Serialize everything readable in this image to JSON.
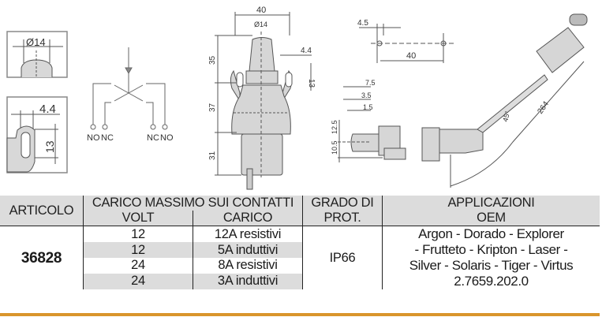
{
  "drawings": {
    "detail_top": {
      "label": "Ø14"
    },
    "detail_bottom": {
      "width_label": "4.4",
      "height_label": "13"
    },
    "schematic": {
      "terminals": [
        "NO",
        "NC",
        "NC",
        "NO"
      ]
    },
    "front_view": {
      "width": "40",
      "diameter": "Ø14",
      "slot": "4.4",
      "slot_height": "13",
      "h1": "35",
      "h2": "37",
      "h3": "31"
    },
    "hole_pattern": {
      "hole": "4.5",
      "spacing": "40"
    },
    "side_view": {
      "d1": "7.5",
      "d2": "3.5",
      "d3": "1.5",
      "h1": "12.5",
      "h2": "10.5",
      "angle": "45°",
      "cable_length": "264"
    }
  },
  "table": {
    "headers": {
      "articolo": "ARTICOLO",
      "carico_massimo": "CARICO MASSIMO SUI CONTATTI",
      "volt": "VOLT",
      "carico": "CARICO",
      "grado_line1": "GRADO DI",
      "grado_line2": "PROT.",
      "applicazioni_line1": "APPLICAZIONI",
      "applicazioni_line2": "OEM"
    },
    "articolo": "36828",
    "rows": [
      {
        "volt": "12",
        "carico": "12A resistivi"
      },
      {
        "volt": "12",
        "carico": "5A induttivi"
      },
      {
        "volt": "24",
        "carico": "8A resistivi"
      },
      {
        "volt": "24",
        "carico": "3A induttivi"
      }
    ],
    "grado": "IP66",
    "applicazioni": [
      "Argon - Dorado - Explorer",
      "- Frutteto - Kripton - Laser -",
      "Silver - Solaris - Tiger - Virtus",
      "2.7659.202.0"
    ]
  },
  "colors": {
    "header_bg": "#dcdcdc",
    "accent_rule": "#d9952c"
  }
}
